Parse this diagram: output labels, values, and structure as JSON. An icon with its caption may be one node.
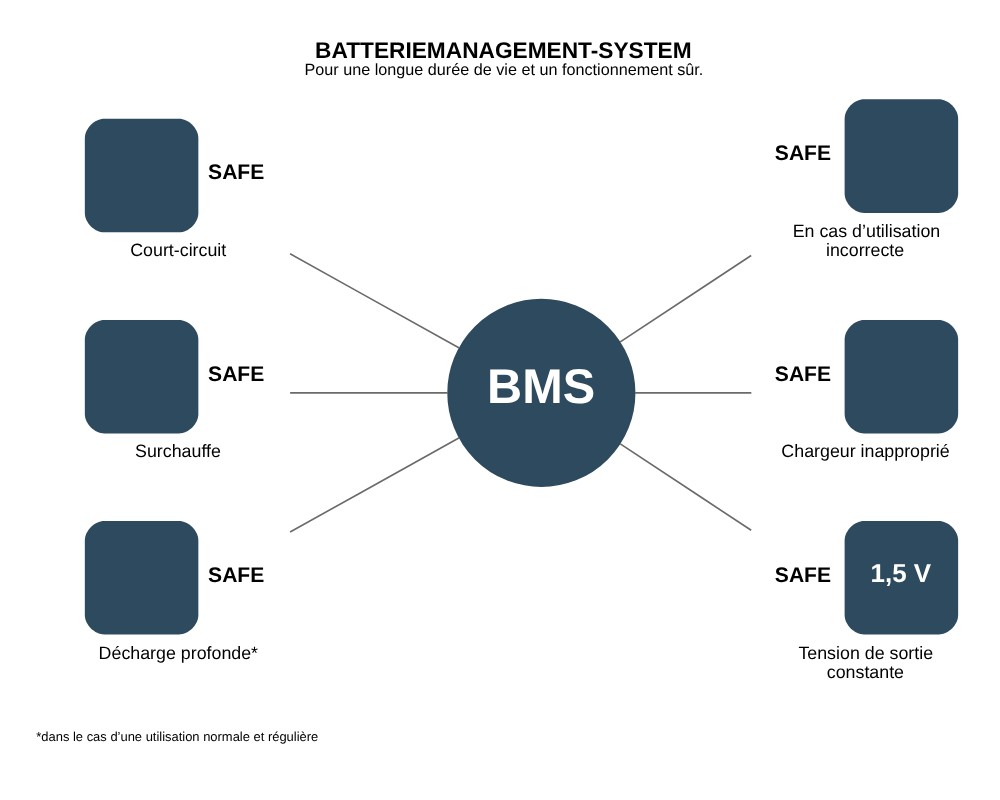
{
  "diagram": {
    "title": "BATTERIEMANAGEMENT-SYSTEM",
    "caption": "Pour une longue durée de vie et un fonctionnement sûr.",
    "nodes": [
      {
        "text": [
          "BMS"
        ]
      },
      {
        "text": [
          "Court-circuit"
        ],
        "beside": [
          "SAFE"
        ]
      },
      {
        "text": [
          "Surchauffe"
        ],
        "beside": [
          "SAFE"
        ]
      },
      {
        "text": [
          "Décharge profonde*"
        ],
        "beside": [
          "SAFE"
        ]
      },
      {
        "text": [
          "En cas d’utilisation incorrecte"
        ],
        "beside": [
          "SAFE"
        ]
      },
      {
        "text": [
          "Chargeur inapproprié"
        ],
        "beside": [
          "SAFE"
        ]
      },
      {
        "text": [
          "1,5 V",
          "Tension de sortie constante"
        ],
        "beside": [
          "SAFE"
        ]
      }
    ],
    "edges": [
      {
        "from": 1,
        "to": 0,
        "arrow": "none"
      },
      {
        "from": 2,
        "to": 0,
        "arrow": "none"
      },
      {
        "from": 3,
        "to": 0,
        "arrow": "none"
      },
      {
        "from": 0,
        "to": 4,
        "arrow": "none"
      },
      {
        "from": 0,
        "to": 5,
        "arrow": "none"
      },
      {
        "from": 0,
        "to": 6,
        "arrow": "none"
      }
    ],
    "labels": [
      "*dans le cas d’une utilisation normale et régulière"
    ]
  }
}
